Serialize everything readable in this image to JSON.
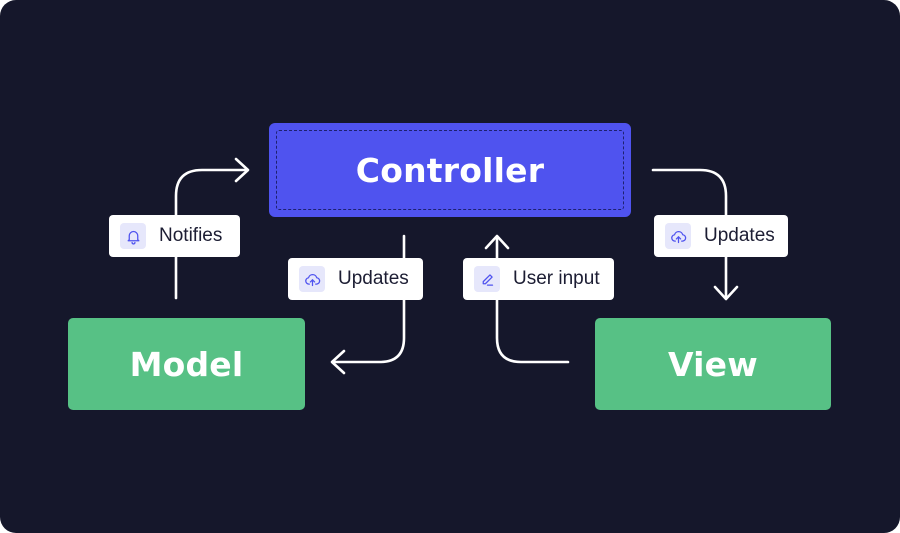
{
  "diagram": {
    "nodes": {
      "controller": "Controller",
      "model": "Model",
      "view": "View"
    },
    "edges": {
      "model_to_controller": {
        "label": "Notifies",
        "icon": "bell-icon"
      },
      "controller_to_model": {
        "label": "Updates",
        "icon": "cloud-upload-icon"
      },
      "view_to_controller": {
        "label": "User input",
        "icon": "pencil-icon"
      },
      "controller_to_view": {
        "label": "Updates",
        "icon": "cloud-upload-icon"
      }
    }
  },
  "colors": {
    "background": "#15172b",
    "controller": "#4f53ef",
    "model_view": "#57c185",
    "label_bg": "#ffffff",
    "icon_bg": "#e6e7fb",
    "icon_stroke": "#4f53ef"
  }
}
